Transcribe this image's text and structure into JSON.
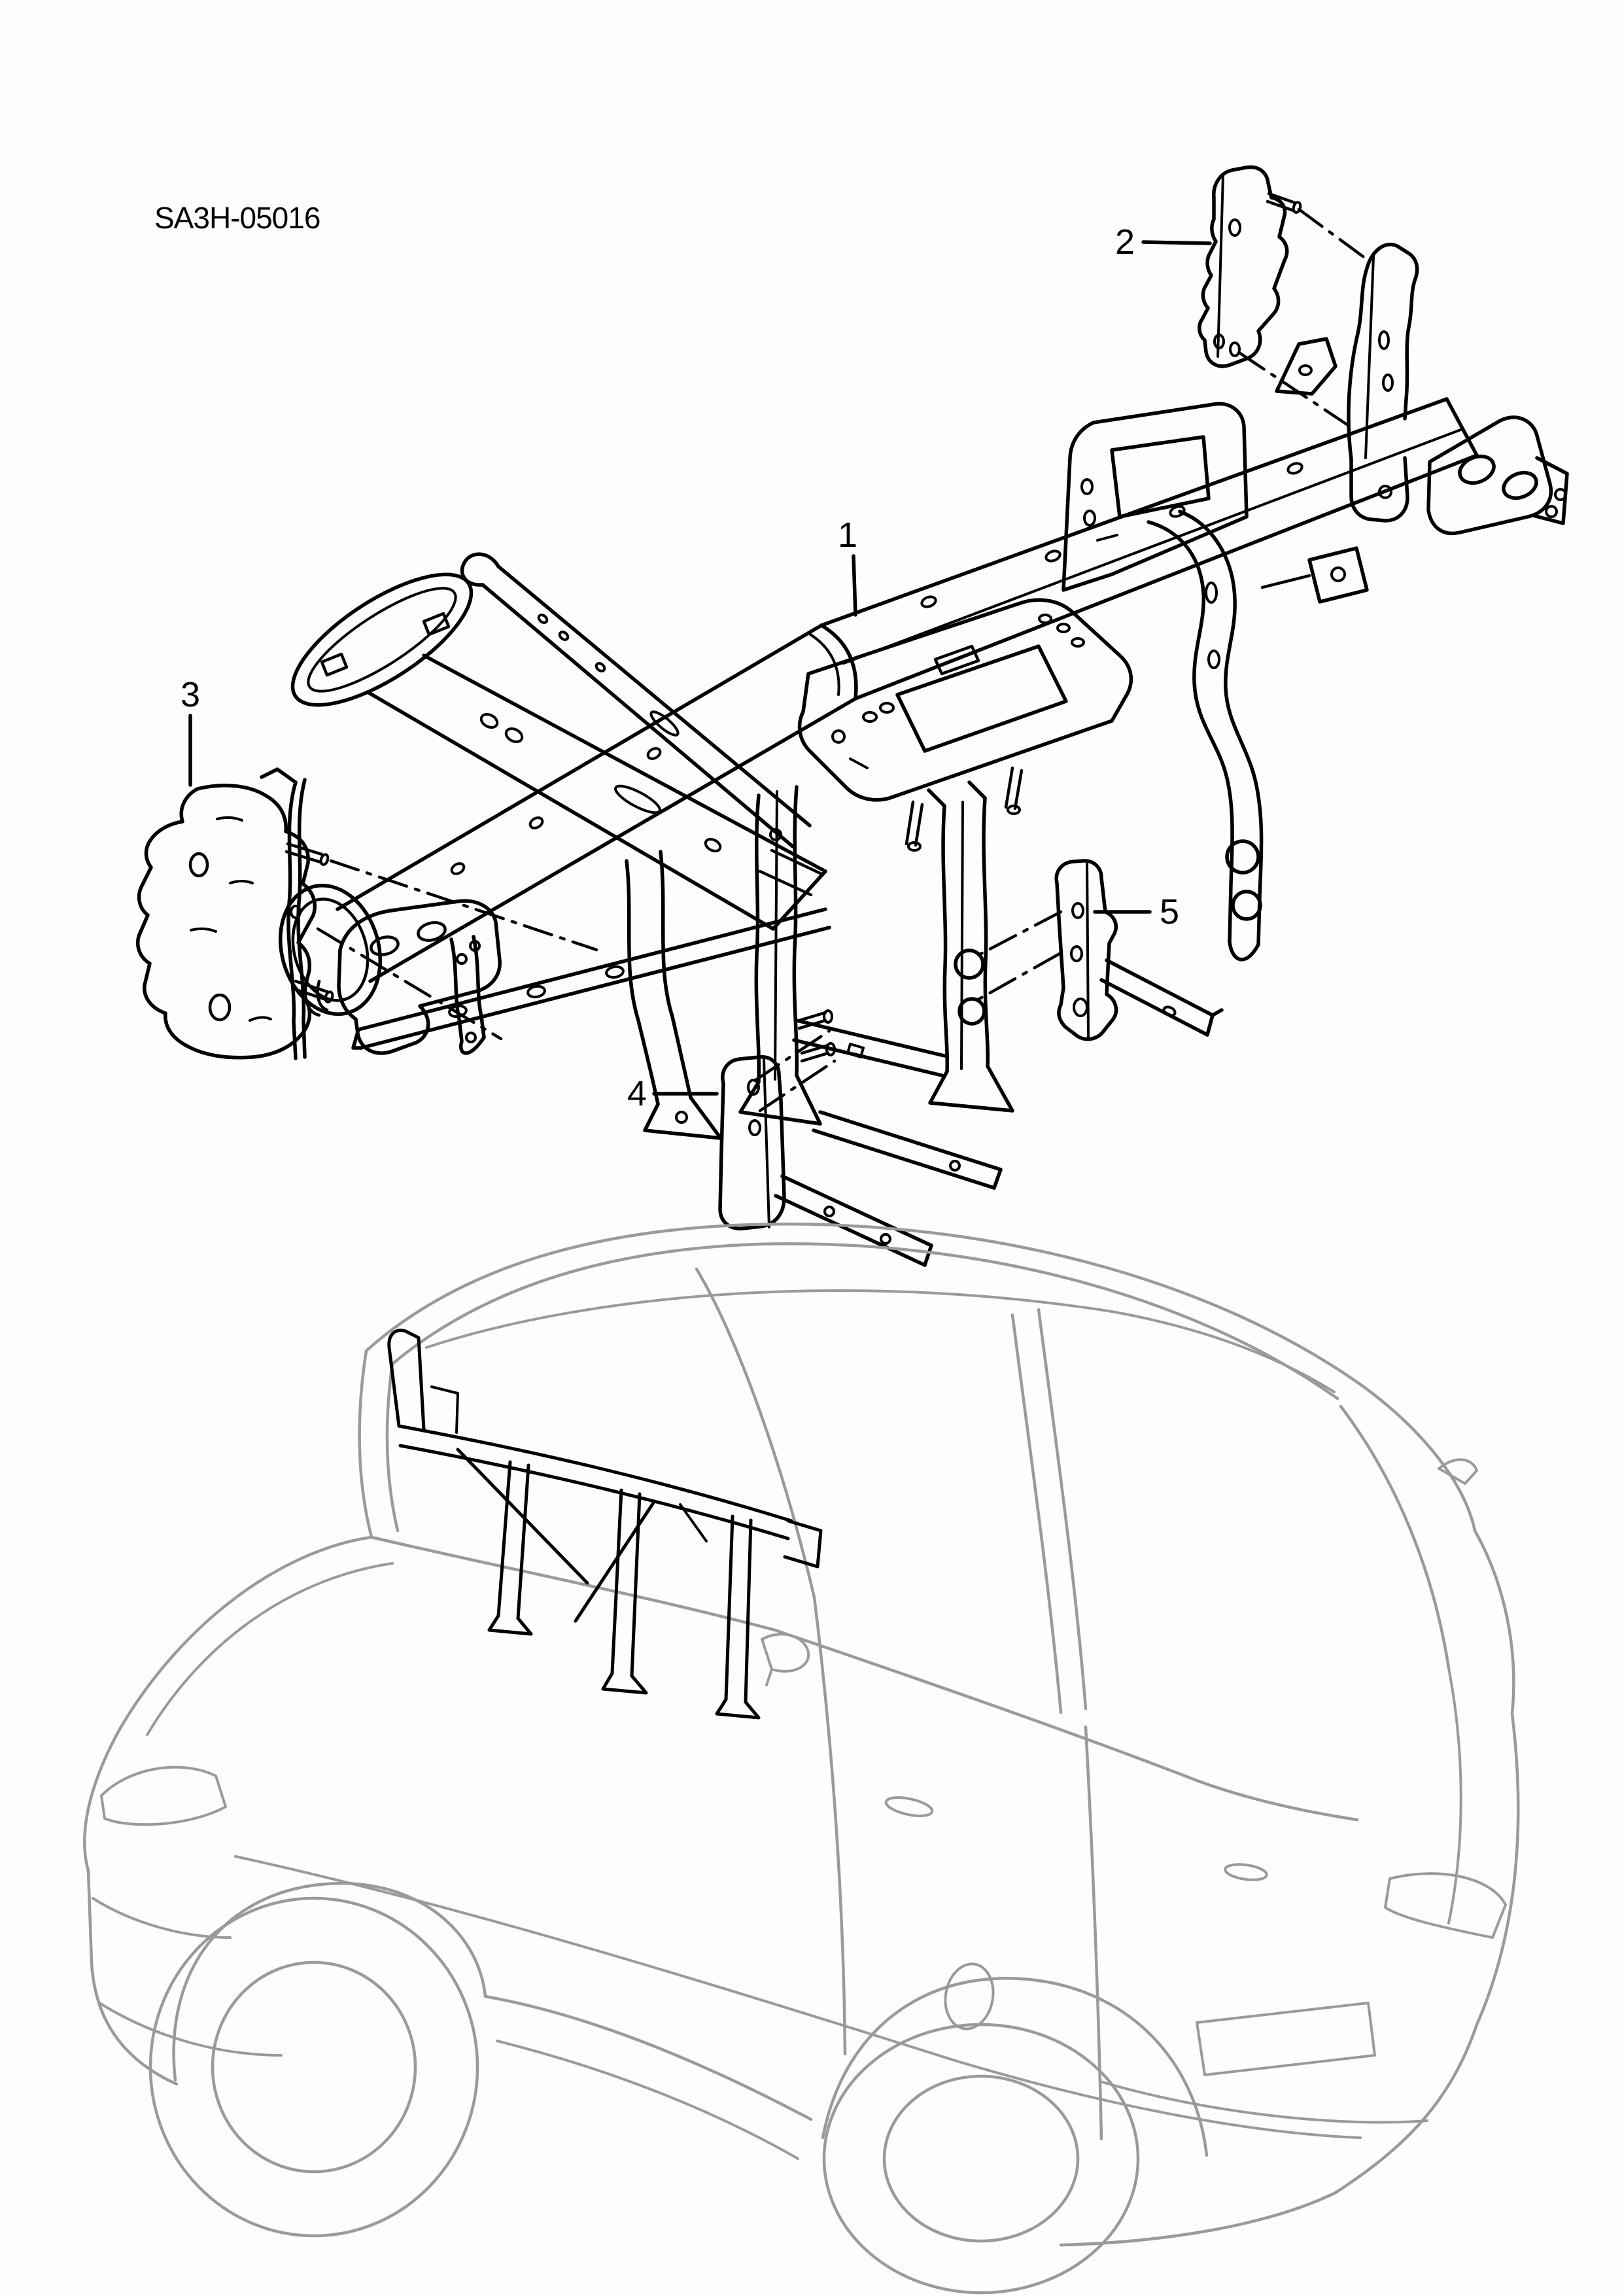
{
  "page": {
    "background": "#fdfdfc",
    "diagram_code": "SA3H-05016"
  },
  "colors": {
    "ink": "#000000",
    "vehicle_outline": "#9b989f",
    "installed_part": "#000000"
  },
  "callouts": [
    {
      "label": "1"
    },
    {
      "label": "2"
    },
    {
      "label": "3"
    },
    {
      "label": "4"
    },
    {
      "label": "5"
    }
  ]
}
